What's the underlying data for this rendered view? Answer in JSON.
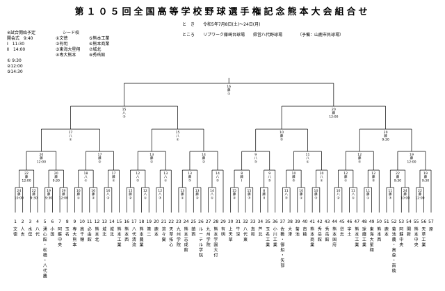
{
  "title": "第１０５回全国高等学校野球選手権記念熊本大会組合せ",
  "header": {
    "toki_label": "と　き",
    "toki_value": "令和5年7月8日(土)～24日(月)",
    "tokoro_label": "ところ",
    "venue1": "リブワーク藤崎台球場",
    "venue2": "県営八代野球場",
    "reserve": "（予備：山鹿市民球場）"
  },
  "schedule": {
    "title": "※試合開始予定",
    "lines": [
      "開会式　9:40",
      "Ⅰ　11:30",
      "Ⅱ　14:00",
      "",
      "①  9:30",
      "②12:00",
      "③14:30"
    ]
  },
  "seeds": {
    "title": "シード校",
    "col1": [
      "①文徳",
      "②有明",
      "③東海大星翔",
      "④専大熊本"
    ],
    "col2": [
      "⑤熊本工業",
      "⑥熊本商業",
      "⑦城北",
      "⑧秀岳館"
    ]
  },
  "matches": [
    {
      "d": "24",
      "s": "藤",
      "t": "10:00"
    },
    {
      "d": "22",
      "s": "藤",
      "t": "9:30"
    },
    {
      "d": "22",
      "s": "藤",
      "t": "12:00"
    },
    {
      "d": "19",
      "s": "藤",
      "t": "9:30"
    },
    {
      "d": "19",
      "s": "藤",
      "t": "12:00"
    },
    {
      "d": "20",
      "s": "藤",
      "t": "9:30"
    },
    {
      "d": "20",
      "s": "藤",
      "t": "12:00"
    },
    {
      "d": "16",
      "s": "藤",
      "t": "①"
    },
    {
      "d": "16",
      "s": "藤",
      "t": "②"
    },
    {
      "d": "18",
      "s": "八",
      "t": "①"
    },
    {
      "d": "16",
      "s": "八",
      "t": "②"
    },
    {
      "d": "17",
      "s": "藤",
      "t": "①"
    },
    {
      "d": "17",
      "s": "藤",
      "t": "②"
    },
    {
      "d": "17",
      "s": "八",
      "t": "①"
    },
    {
      "d": "15",
      "s": "藤",
      "t": "②"
    },
    {
      "d": "12",
      "s": "八",
      "t": "①"
    },
    {
      "d": "12",
      "s": "八",
      "t": "②"
    },
    {
      "d": "12",
      "s": "八",
      "t": "③"
    },
    {
      "d": "13",
      "s": "八",
      "t": "①"
    },
    {
      "d": "13",
      "s": "藤",
      "t": "②"
    },
    {
      "d": "13",
      "s": "藤",
      "t": "①"
    },
    {
      "d": "13",
      "s": "藤",
      "t": "②"
    },
    {
      "d": "13",
      "s": "藤",
      "t": "③"
    },
    {
      "d": "14",
      "s": "八",
      "t": "①"
    },
    {
      "d": "14",
      "s": "八",
      "t": "②"
    },
    {
      "d": "14",
      "s": "藤",
      "t": "②"
    },
    {
      "d": "15",
      "s": "八",
      "t": "①"
    },
    {
      "d": "15",
      "s": "八",
      "t": "②"
    },
    {
      "d": "15",
      "s": "藤",
      "t": "②"
    },
    {
      "d": "15",
      "s": "藤",
      "t": "③"
    },
    {
      "d": "8",
      "s": "藤",
      "t": "Ⅰ"
    },
    {
      "d": "8",
      "s": "藤",
      "t": "Ⅱ"
    },
    {
      "d": "9",
      "s": "八",
      "t": "②"
    },
    {
      "d": "9",
      "s": "八",
      "t": "③"
    },
    {
      "d": "11",
      "s": "八",
      "t": "③"
    },
    {
      "d": "10",
      "s": "藤",
      "t": "①"
    },
    {
      "d": "10",
      "s": "藤",
      "t": "②"
    },
    {
      "d": "10",
      "s": "藤",
      "t": "③"
    },
    {
      "d": "10",
      "s": "八",
      "t": "①"
    },
    {
      "d": "11",
      "s": "八",
      "t": "①"
    },
    {
      "d": "10",
      "s": "藤",
      "t": "②"
    },
    {
      "d": "10",
      "s": "八",
      "t": "②"
    },
    {
      "d": "11",
      "s": "八",
      "t": "①"
    },
    {
      "d": "12",
      "s": "藤",
      "t": "①"
    },
    {
      "d": "11",
      "s": "藤",
      "t": "①"
    },
    {
      "d": "12",
      "s": "藤",
      "t": "②"
    },
    {
      "d": "12",
      "s": "藤",
      "t": "③"
    },
    {
      "d": "11",
      "s": "藤",
      "t": "③"
    }
  ],
  "teams": [
    {
      "n": "1",
      "name": "文　　　徳"
    },
    {
      "n": "2",
      "name": "人吉　　　"
    },
    {
      "n": "3",
      "name": "水　　　俣"
    },
    {
      "n": "4",
      "name": "八代　　　"
    },
    {
      "n": "5",
      "name": "湧心館・松橋・八代農"
    },
    {
      "n": "6",
      "name": "小　　　国"
    },
    {
      "n": "7",
      "name": "阿蘇中央"
    },
    {
      "n": "8",
      "name": "玉名　　　"
    },
    {
      "n": "9",
      "name": "専大熊本"
    },
    {
      "n": "10",
      "name": "高千穂"
    },
    {
      "n": "11",
      "name": "必由館"
    },
    {
      "n": "12",
      "name": "熊本北"
    },
    {
      "n": "13",
      "name": "城　　　北"
    },
    {
      "n": "14",
      "name": "城北"
    },
    {
      "n": "15",
      "name": "熊本工業"
    },
    {
      "n": "16",
      "name": "熊本西"
    },
    {
      "n": "17",
      "name": "八代清流"
    },
    {
      "n": "18",
      "name": "熊本農業"
    },
    {
      "n": "19",
      "name": "第二"
    },
    {
      "n": "20",
      "name": "鹿本"
    },
    {
      "n": "21",
      "name": "済々黌"
    },
    {
      "n": "22",
      "name": "天草拓心"
    },
    {
      "n": "23",
      "name": "九州学院"
    },
    {
      "n": "24",
      "name": "熊本志成館"
    },
    {
      "n": "25",
      "name": "鎮西"
    },
    {
      "n": "26",
      "name": "ルーテル学院"
    },
    {
      "n": "27",
      "name": "九州学院"
    },
    {
      "n": "28",
      "name": "熊本学園大付"
    },
    {
      "n": "29",
      "name": "有明"
    },
    {
      "n": "30",
      "name": "上天草"
    },
    {
      "n": "31",
      "name": "牛深"
    },
    {
      "n": "32",
      "name": "八代東"
    },
    {
      "n": "33",
      "name": "真和"
    },
    {
      "n": "34",
      "name": "芦北"
    },
    {
      "n": "35",
      "name": "玉名工業"
    },
    {
      "n": "36",
      "name": "小川工業"
    },
    {
      "n": "37",
      "name": "佐敷・御船・矢部"
    },
    {
      "n": "38",
      "name": "大津"
    },
    {
      "n": "39",
      "name": "菊池"
    },
    {
      "n": "40",
      "name": "南稜"
    },
    {
      "n": "41",
      "name": "熊本商業"
    },
    {
      "n": "42",
      "name": "秀岳館"
    },
    {
      "n": "43",
      "name": "秀岳館"
    },
    {
      "n": "44",
      "name": "熊本国府"
    },
    {
      "n": "45",
      "name": "岱志"
    },
    {
      "n": "46",
      "name": "宇土"
    },
    {
      "n": "47",
      "name": "熊本工業"
    },
    {
      "n": "48",
      "name": "球磨工業"
    },
    {
      "n": "49",
      "name": "東海大星翔"
    },
    {
      "n": "50",
      "name": "熊本西"
    },
    {
      "n": "51",
      "name": "鹿本"
    },
    {
      "n": "52",
      "name": "菊池農・高森・南稜"
    },
    {
      "n": "53",
      "name": "阿蘇中央"
    },
    {
      "n": "54",
      "name": "開新"
    },
    {
      "n": "55",
      "name": "熊本中央"
    },
    {
      "n": "56",
      "name": "天草工業"
    },
    {
      "n": "57",
      "name": "原"
    }
  ]
}
